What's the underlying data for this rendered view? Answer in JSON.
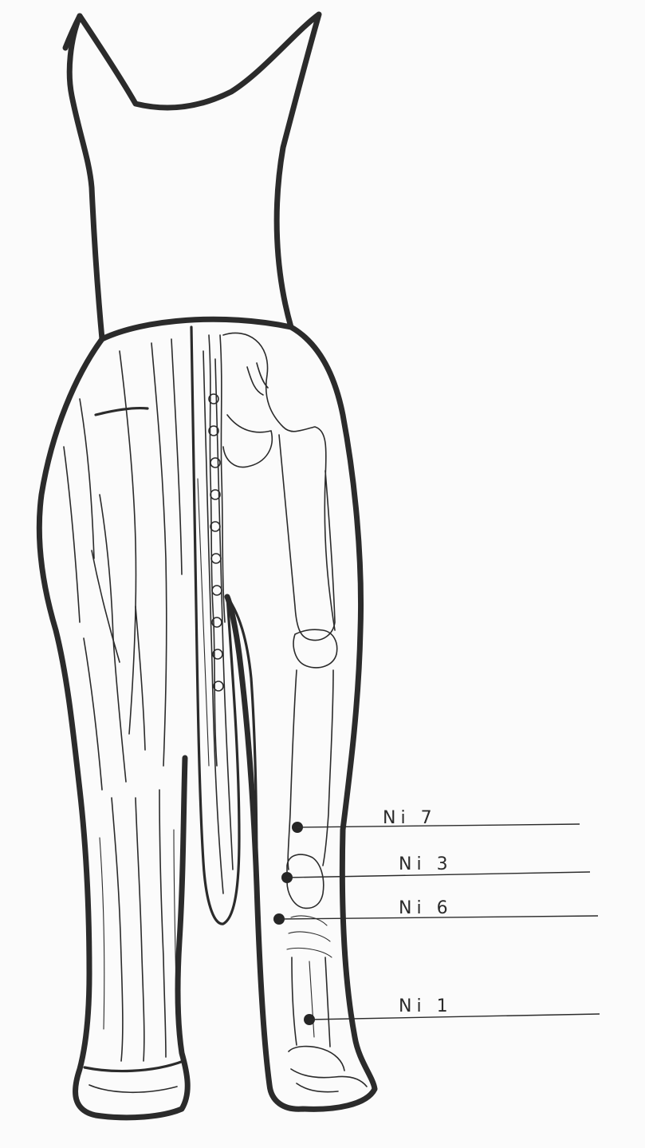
{
  "figure": {
    "subject": "horse hindquarters, caudal view",
    "colors": {
      "ink": "#2b2b2b",
      "paper": "#fbfbfb"
    }
  },
  "points": [
    {
      "id": "ni7",
      "label": "Ni 7"
    },
    {
      "id": "ni3",
      "label": "Ni 3"
    },
    {
      "id": "ni6",
      "label": "Ni 6"
    },
    {
      "id": "ni1",
      "label": "Ni 1"
    }
  ]
}
